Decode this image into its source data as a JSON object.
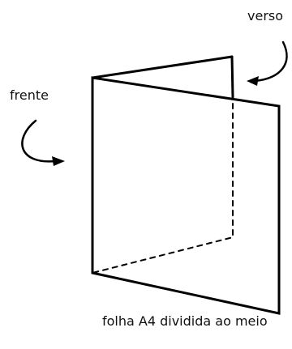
{
  "labels": {
    "verso": "verso",
    "frente": "frente",
    "caption": "folha A4 dividida ao meio"
  },
  "style": {
    "line_color": "#000000",
    "background": "#ffffff"
  }
}
